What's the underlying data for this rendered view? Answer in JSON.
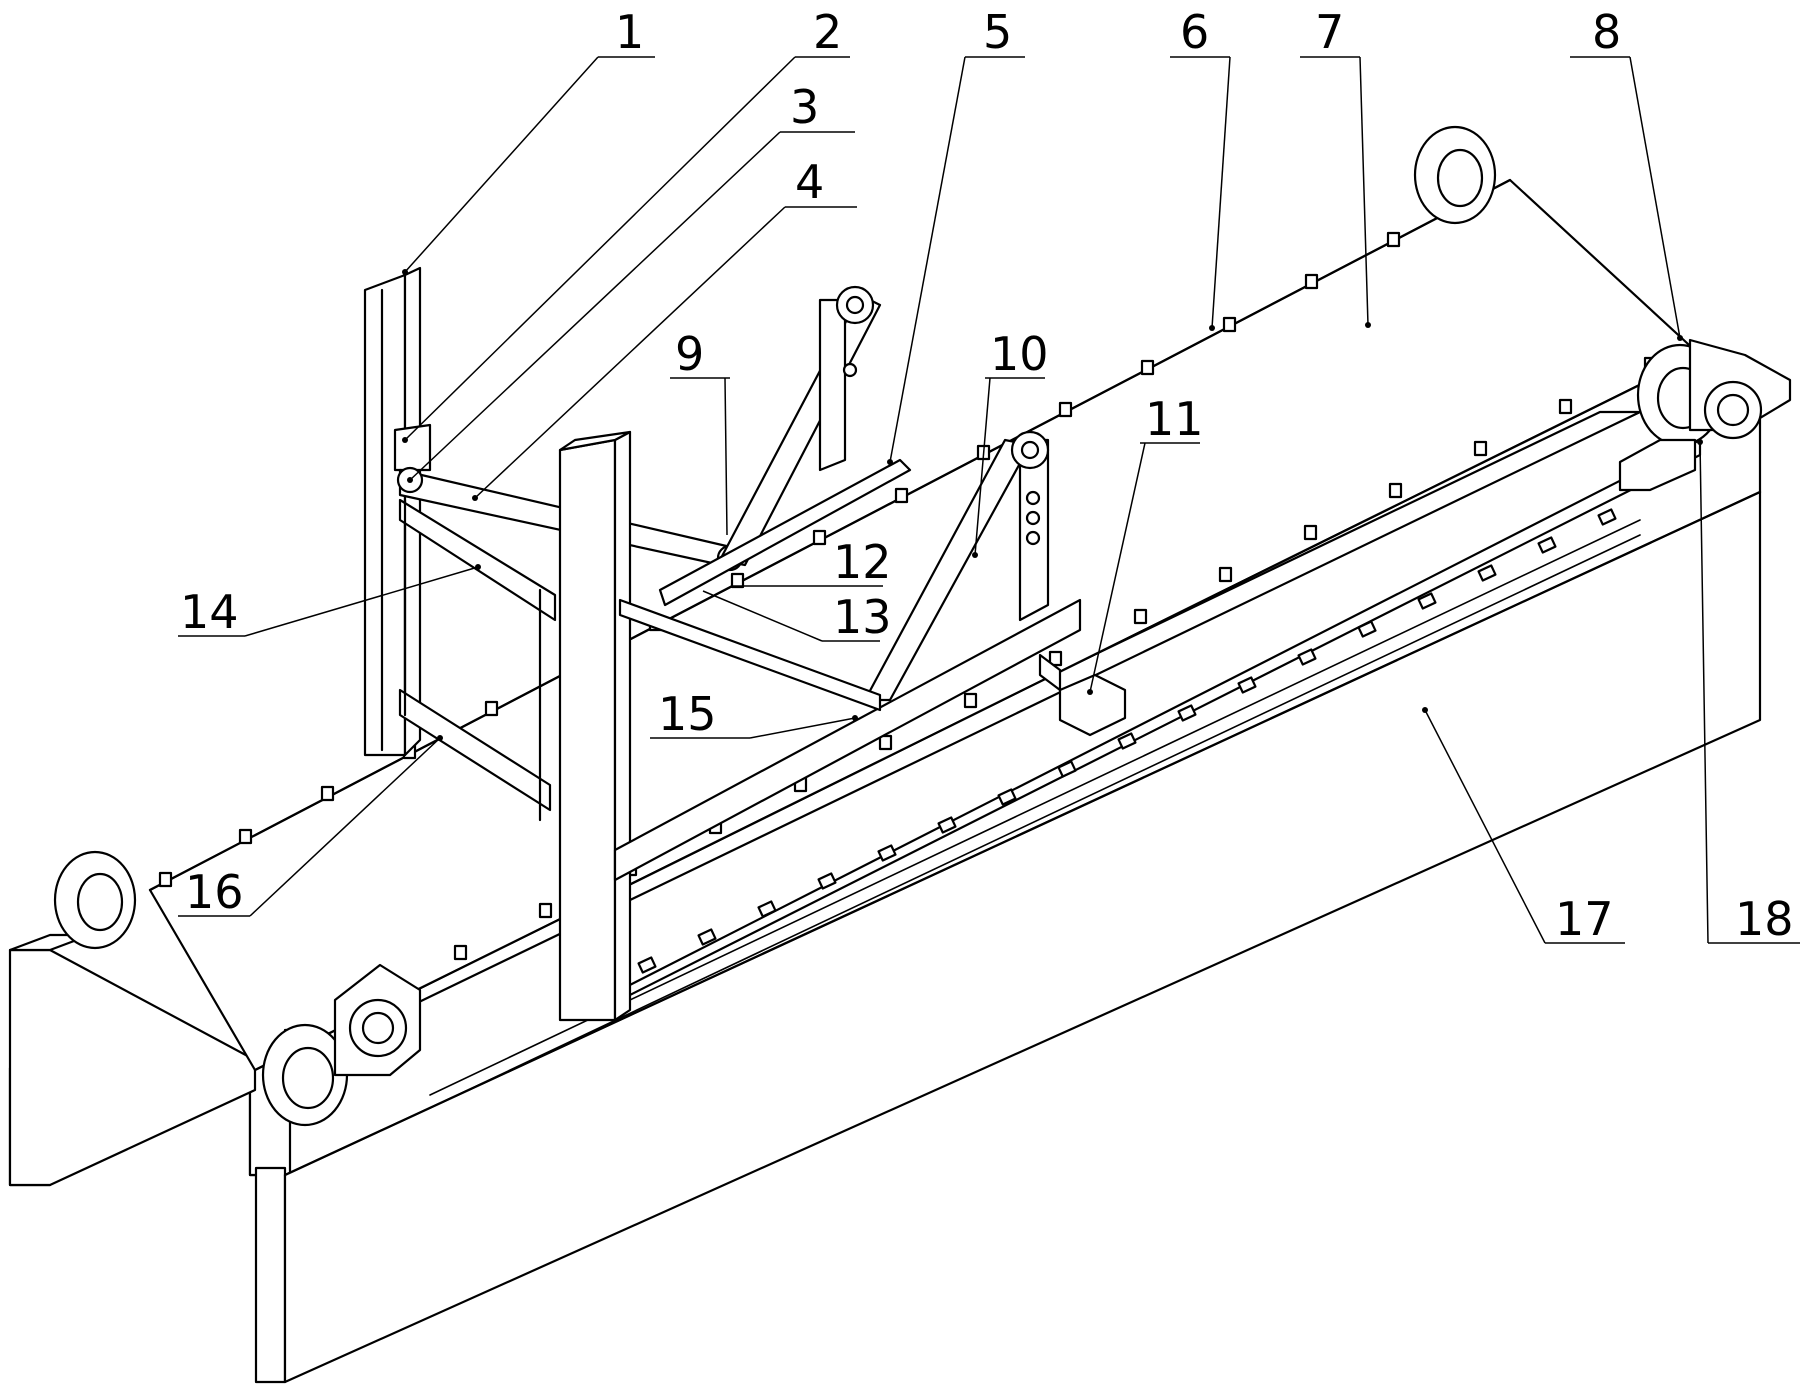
{
  "callouts": [
    {
      "num": "1"
    },
    {
      "num": "2"
    },
    {
      "num": "3"
    },
    {
      "num": "4"
    },
    {
      "num": "5"
    },
    {
      "num": "6"
    },
    {
      "num": "7"
    },
    {
      "num": "8"
    },
    {
      "num": "9"
    },
    {
      "num": "10"
    },
    {
      "num": "11"
    },
    {
      "num": "12"
    },
    {
      "num": "13"
    },
    {
      "num": "14"
    },
    {
      "num": "15"
    },
    {
      "num": "16"
    },
    {
      "num": "17"
    },
    {
      "num": "18"
    }
  ]
}
